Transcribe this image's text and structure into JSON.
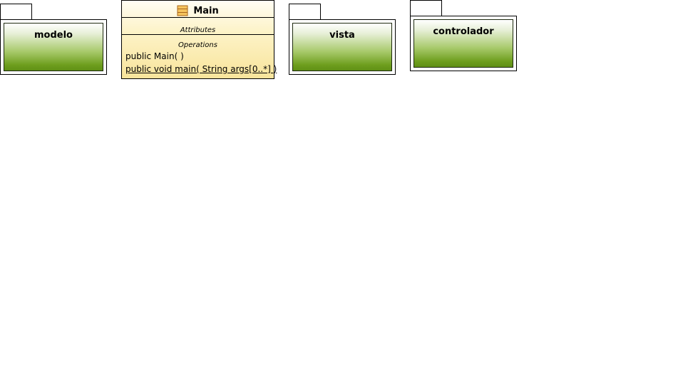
{
  "packages": [
    {
      "name": "modelo"
    },
    {
      "name": "vista"
    },
    {
      "name": "controlador"
    }
  ],
  "class": {
    "name": "Main",
    "attributes_label": "Attributes",
    "operations_label": "Operations",
    "operations": [
      {
        "text": "public Main(  )",
        "static": false
      },
      {
        "text": "public void  main( String args[0..*] )",
        "static": true
      }
    ]
  },
  "colors": {
    "package_gradient_top": "#ffffff",
    "package_gradient_bottom": "#5f8f16",
    "class_fill_top": "#fffdf4",
    "class_fill_bottom": "#f8e49b",
    "class_icon": "#e9a23b"
  },
  "icons": {
    "class_icon": "class-icon"
  }
}
